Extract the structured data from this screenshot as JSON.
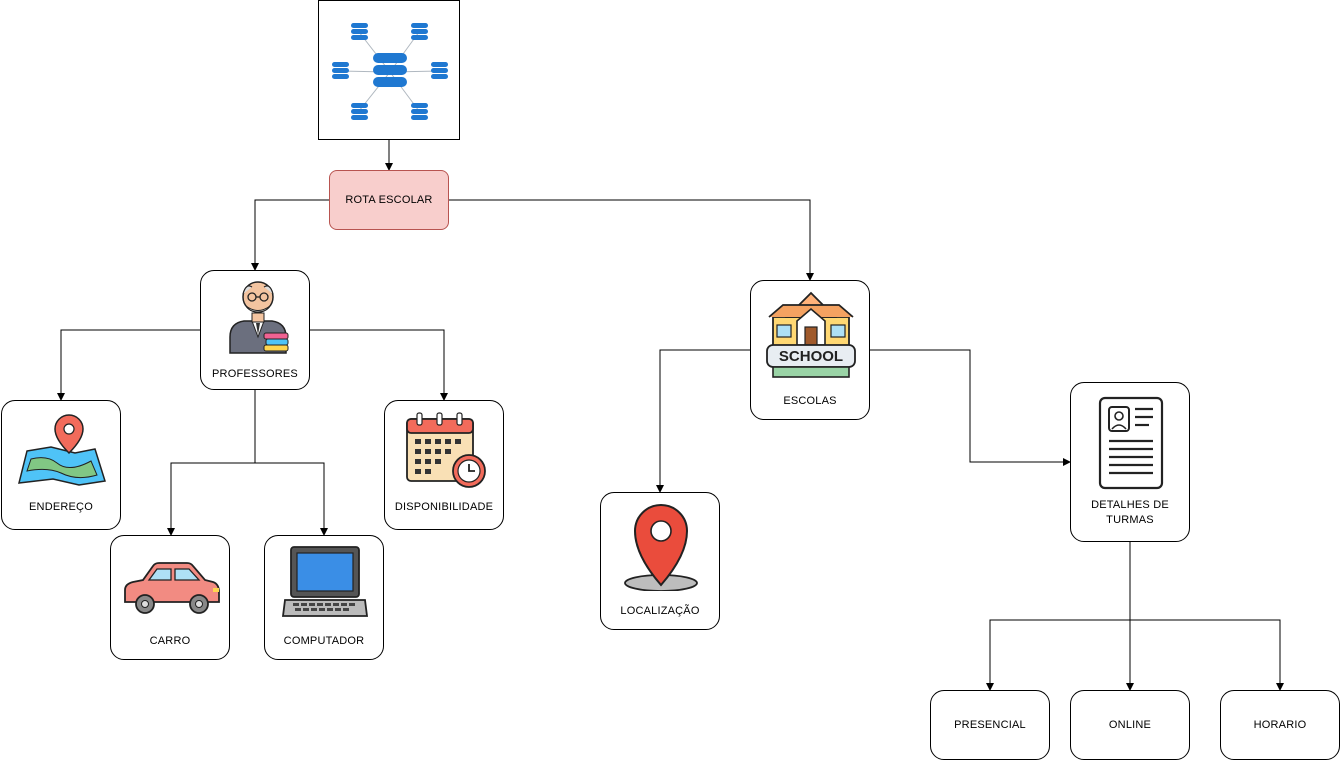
{
  "diagram": {
    "root": {
      "icon": "database-network-icon"
    },
    "rota": {
      "label": "ROTA ESCOLAR"
    },
    "professores": {
      "label": "PROFESSORES",
      "icon": "teacher-icon"
    },
    "endereco": {
      "label": "ENDEREÇO",
      "icon": "map-pin-icon"
    },
    "carro": {
      "label": "CARRO",
      "icon": "car-icon"
    },
    "computador": {
      "label": "COMPUTADOR",
      "icon": "laptop-icon"
    },
    "disponibilidade": {
      "label": "DISPONIBILIDADE",
      "icon": "calendar-clock-icon"
    },
    "escolas": {
      "label": "ESCOLAS",
      "icon": "school-icon",
      "icon_text": "SCHOOL"
    },
    "localizacao": {
      "label": "LOCALIZAÇÃO",
      "icon": "location-pin-icon"
    },
    "detalhes": {
      "label_line1": "DETALHES DE",
      "label_line2": "TURMAS",
      "icon": "document-profile-icon"
    },
    "presencial": {
      "label": "PRESENCIAL"
    },
    "online": {
      "label": "ONLINE"
    },
    "horario": {
      "label": "HORARIO"
    }
  },
  "colors": {
    "rota_fill": "#f8cecc",
    "rota_stroke": "#b85450",
    "database_blue": "#1f78d1",
    "pin_red": "#e74c3c",
    "car_pink": "#f28b82"
  }
}
